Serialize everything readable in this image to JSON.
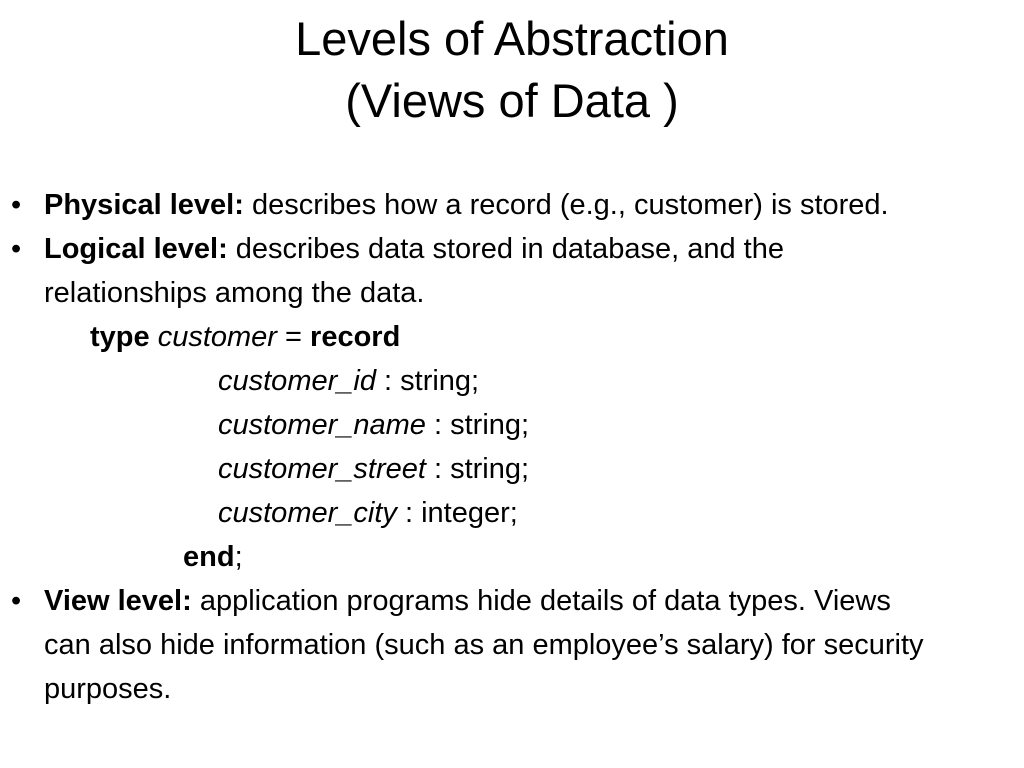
{
  "slide": {
    "background_color": "#ffffff",
    "text_color": "#000000",
    "title": {
      "line1": "Levels of Abstraction",
      "line2": "(Views of Data )"
    },
    "bullet_marker": "•",
    "bullets": [
      {
        "lead": "Physical level:",
        "body": " describes how a record (e.g., customer) is stored."
      },
      {
        "lead": "Logical level:",
        "body": " describes data stored in database, and the relationships among the data."
      },
      {
        "lead": "View level:",
        "body": " application programs hide details of data types. Views can also hide information (such as an employee’s salary) for security purposes."
      }
    ],
    "record_declaration": {
      "type_keyword": "type",
      "type_name": "customer",
      "equals": " = ",
      "record_keyword": "record",
      "fields": [
        {
          "name": "customer_id",
          "separator": " : ",
          "datatype": "string;"
        },
        {
          "name": "customer_name",
          "separator": " : ",
          "datatype": "string;"
        },
        {
          "name": "customer_street",
          "separator": " : ",
          "datatype": "string;"
        },
        {
          "name": "customer_city",
          "separator": " : ",
          "datatype": "integer;"
        }
      ],
      "end_keyword": "end",
      "end_terminator": ";"
    }
  }
}
